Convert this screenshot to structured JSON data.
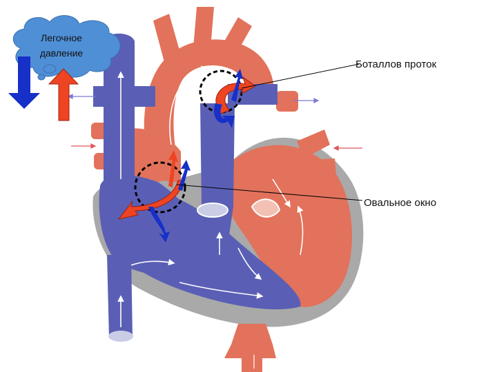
{
  "cloud": {
    "line1": "Легочное",
    "line2": "давление"
  },
  "labels": {
    "ductus": "Боталлов проток",
    "foramen": "Овальное окно"
  },
  "colors": {
    "venous": "#5a5fb5",
    "arterial": "#e2725b",
    "outline": "#a9a9a9",
    "cloud": "#4f8fd6",
    "arrow_down": "#1630c8",
    "arrow_up": "#ee4422"
  }
}
